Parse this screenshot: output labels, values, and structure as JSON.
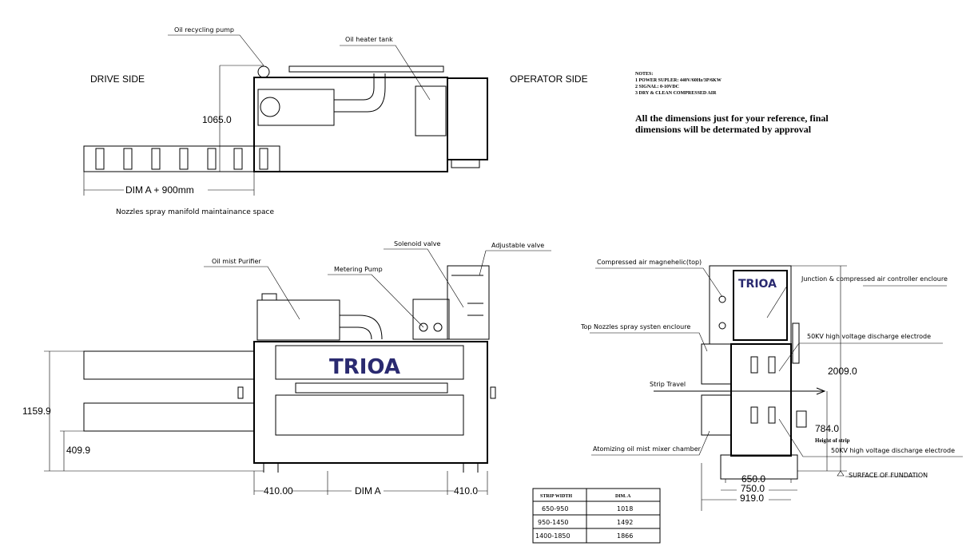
{
  "top_view": {
    "drive_side": "DRIVE SIDE",
    "operator_side": "OPERATOR SIDE",
    "oil_recycling_pump": "Oil recycling pump",
    "oil_heater_tank": "Oil heater tank",
    "height_dim": "1065.0",
    "dim_a_900": "DIM A + 900mm",
    "maintenance_space": "Nozzles spray manifold maintainance space"
  },
  "notes": {
    "title": "NOTES:",
    "items": [
      "1  POWER SUPLER: 440V/60Hz/3P/6KW",
      "2  SIGNAL: 0-10VDC",
      "3  DRY & CLEAN COMPRESSED AIR"
    ],
    "disclaimer_line1": "All the dimensions just for your reference, final",
    "disclaimer_line2": "dimensions will be determated by approval"
  },
  "front_view": {
    "oil_mist_purifier": "Oil mist Purifier",
    "metering_pump": "Metering  Pump",
    "solenoid_valve": "Solenoid valve",
    "adjustable_valve": "Adjustable valve",
    "logo": "TRIOA",
    "height_total": "1159.9",
    "height_lower": "409.9",
    "dim_left": "410.00",
    "dim_a": "DIM A",
    "dim_right": "410.0"
  },
  "side_view": {
    "compressed_air_magnehelic": "Compressed air magnehelic(top)",
    "junction_enclosure": "Junction & compressed air controller encloure",
    "top_nozzles_enclosure": "Top Nozzles spray systen encloure",
    "electrode_top": "50KV high voltage discharge electrode",
    "strip_travel": "Strip Travel",
    "atomizing_chamber": "Atomizing oil mist mixer chamber",
    "electrode_bottom": "50KV high voltage discharge electrode",
    "logo": "TRIOA",
    "height_total": "2009.0",
    "strip_height": "784.0",
    "height_of_strip": "Height of strip",
    "width_650": "650.0",
    "width_750": "750.0",
    "width_919": "919.0",
    "surface": "SURFACE OF FUNDATION"
  },
  "table": {
    "headers": [
      "STRIP WIDTH",
      "DIM. A"
    ],
    "rows": [
      [
        "650-950",
        "1018"
      ],
      [
        "950-1450",
        "1492"
      ],
      [
        "1400-1850",
        "1866"
      ]
    ]
  },
  "colors": {
    "logo": "#2a2a70",
    "logo_accent": "#c0392b"
  }
}
